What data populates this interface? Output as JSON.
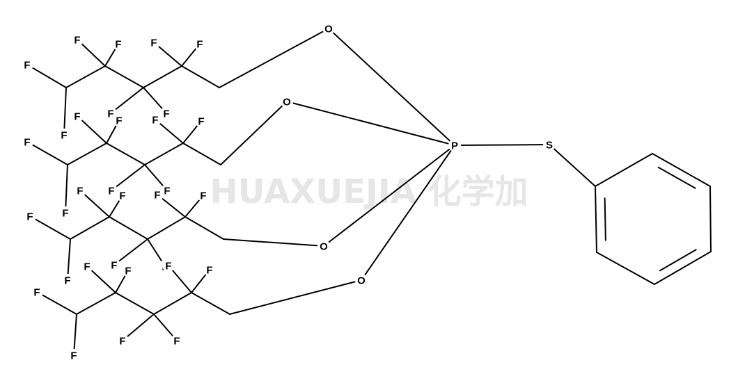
{
  "watermark": "HUAXUEJIA 化学加",
  "atoms": [
    {
      "id": "O1",
      "label": "O"
    },
    {
      "id": "O2",
      "label": "O"
    },
    {
      "id": "O3",
      "label": "O"
    },
    {
      "id": "O4",
      "label": "O"
    },
    {
      "id": "P",
      "label": "P"
    },
    {
      "id": "S",
      "label": "S"
    },
    {
      "id": "a1",
      "label": "F"
    },
    {
      "id": "a2",
      "label": "F"
    },
    {
      "id": "a3",
      "label": "F"
    },
    {
      "id": "a4",
      "label": "F"
    },
    {
      "id": "a5",
      "label": "F"
    },
    {
      "id": "a6",
      "label": "F"
    },
    {
      "id": "a7",
      "label": "F"
    },
    {
      "id": "a8",
      "label": "F"
    },
    {
      "id": "b1",
      "label": "F"
    },
    {
      "id": "b2",
      "label": "F"
    },
    {
      "id": "b3",
      "label": "F"
    },
    {
      "id": "b4",
      "label": "F"
    },
    {
      "id": "b5",
      "label": "F"
    },
    {
      "id": "b6",
      "label": "F"
    },
    {
      "id": "b7",
      "label": "F"
    },
    {
      "id": "b8",
      "label": "F"
    },
    {
      "id": "c1",
      "label": "F"
    },
    {
      "id": "c2",
      "label": "F"
    },
    {
      "id": "c3",
      "label": "F"
    },
    {
      "id": "c4",
      "label": "F"
    },
    {
      "id": "c5",
      "label": "F"
    },
    {
      "id": "c6",
      "label": "F"
    },
    {
      "id": "c7",
      "label": "F"
    },
    {
      "id": "c8",
      "label": "F"
    },
    {
      "id": "d1",
      "label": "F"
    },
    {
      "id": "d2",
      "label": "F"
    },
    {
      "id": "d3",
      "label": "F"
    },
    {
      "id": "d4",
      "label": "F"
    },
    {
      "id": "d5",
      "label": "F"
    },
    {
      "id": "d6",
      "label": "F"
    },
    {
      "id": "d7",
      "label": "F"
    },
    {
      "id": "d8",
      "label": "F"
    }
  ]
}
